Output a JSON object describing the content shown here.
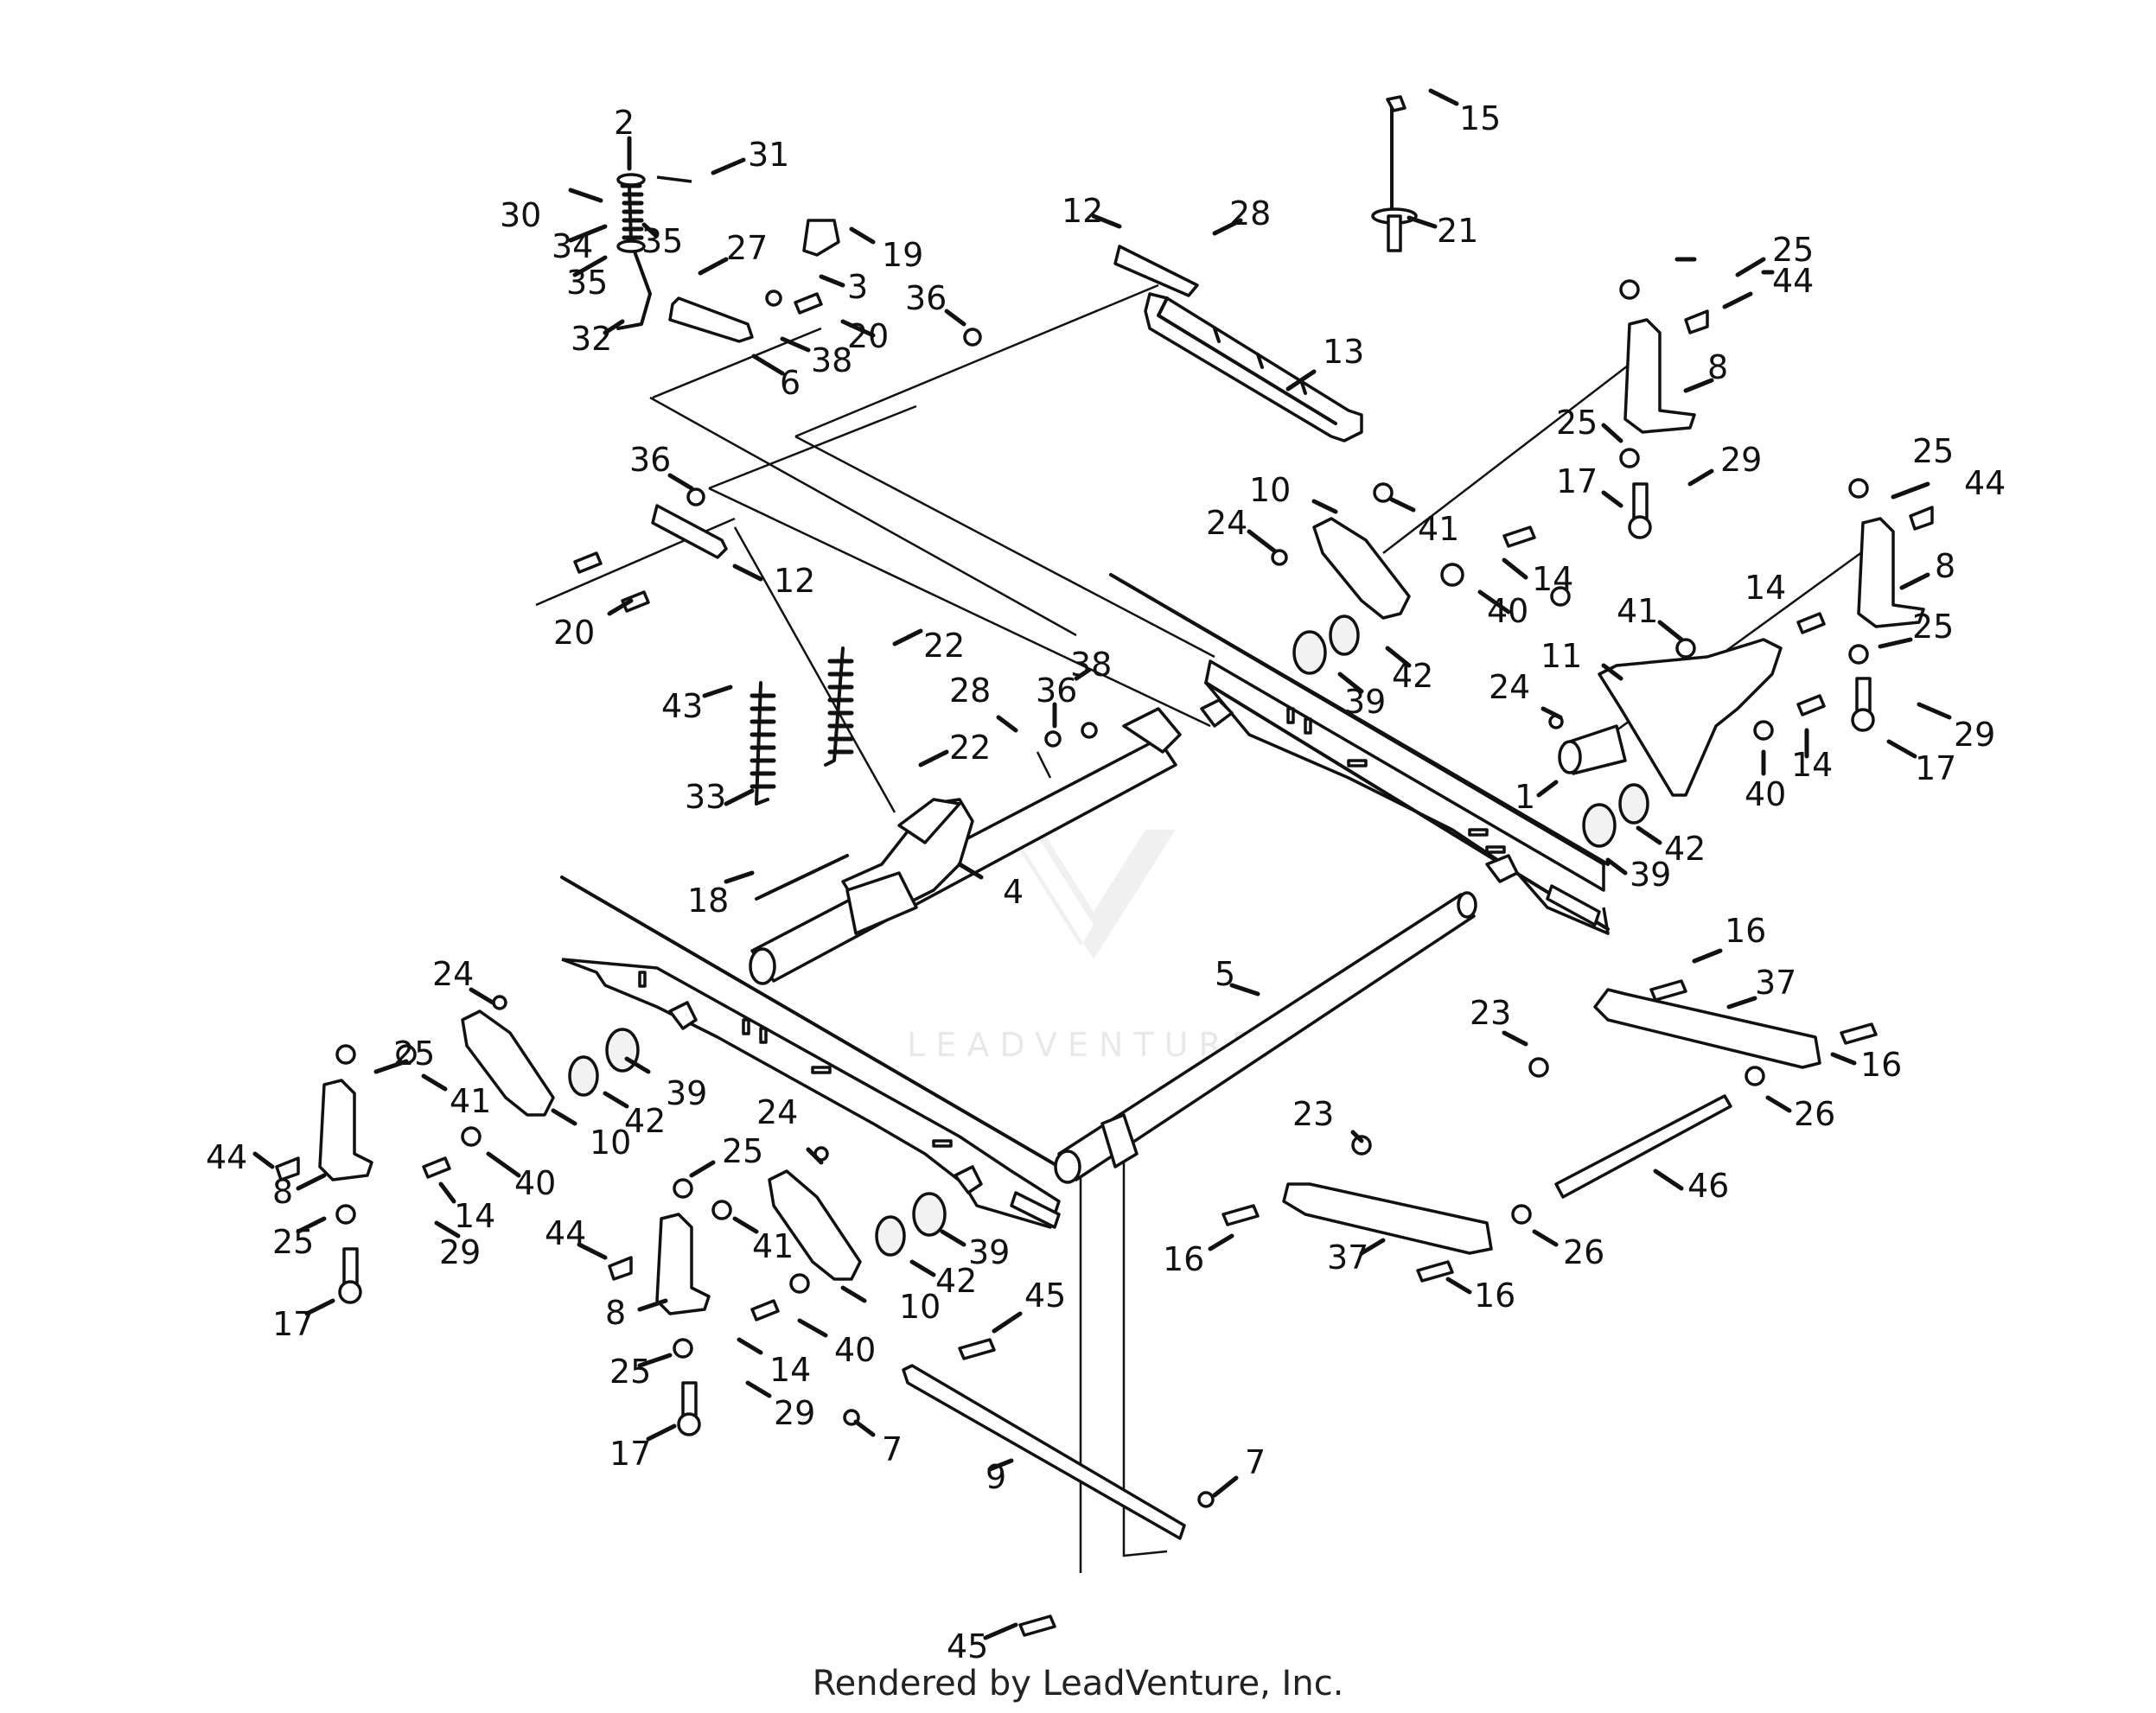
{
  "diagram": {
    "callouts": [
      {
        "text": "2"
      },
      {
        "text": "31"
      },
      {
        "text": "30"
      },
      {
        "text": "34"
      },
      {
        "text": "35"
      },
      {
        "text": "35"
      },
      {
        "text": "27"
      },
      {
        "text": "3"
      },
      {
        "text": "19"
      },
      {
        "text": "32"
      },
      {
        "text": "20"
      },
      {
        "text": "38"
      },
      {
        "text": "6"
      },
      {
        "text": "12"
      },
      {
        "text": "28"
      },
      {
        "text": "36"
      },
      {
        "text": "13"
      },
      {
        "text": "15"
      },
      {
        "text": "21"
      },
      {
        "text": "25"
      },
      {
        "text": "44"
      },
      {
        "text": "8"
      },
      {
        "text": "25"
      },
      {
        "text": "29"
      },
      {
        "text": "17"
      },
      {
        "text": "10"
      },
      {
        "text": "41"
      },
      {
        "text": "24"
      },
      {
        "text": "14"
      },
      {
        "text": "40"
      },
      {
        "text": "42"
      },
      {
        "text": "39"
      },
      {
        "text": "36"
      },
      {
        "text": "12"
      },
      {
        "text": "20"
      },
      {
        "text": "22"
      },
      {
        "text": "43"
      },
      {
        "text": "33"
      },
      {
        "text": "38"
      },
      {
        "text": "28"
      },
      {
        "text": "36"
      },
      {
        "text": "22"
      },
      {
        "text": "18"
      },
      {
        "text": "4"
      },
      {
        "text": "25"
      },
      {
        "text": "44"
      },
      {
        "text": "8"
      },
      {
        "text": "14"
      },
      {
        "text": "41"
      },
      {
        "text": "11"
      },
      {
        "text": "24"
      },
      {
        "text": "1"
      },
      {
        "text": "40"
      },
      {
        "text": "14"
      },
      {
        "text": "42"
      },
      {
        "text": "39"
      },
      {
        "text": "25"
      },
      {
        "text": "29"
      },
      {
        "text": "17"
      },
      {
        "text": "5"
      },
      {
        "text": "16"
      },
      {
        "text": "37"
      },
      {
        "text": "23"
      },
      {
        "text": "16"
      },
      {
        "text": "26"
      },
      {
        "text": "46"
      },
      {
        "text": "24"
      },
      {
        "text": "25"
      },
      {
        "text": "41"
      },
      {
        "text": "10"
      },
      {
        "text": "42"
      },
      {
        "text": "39"
      },
      {
        "text": "44"
      },
      {
        "text": "8"
      },
      {
        "text": "40"
      },
      {
        "text": "14"
      },
      {
        "text": "25"
      },
      {
        "text": "29"
      },
      {
        "text": "17"
      },
      {
        "text": "24"
      },
      {
        "text": "25"
      },
      {
        "text": "41"
      },
      {
        "text": "10"
      },
      {
        "text": "42"
      },
      {
        "text": "39"
      },
      {
        "text": "44"
      },
      {
        "text": "8"
      },
      {
        "text": "40"
      },
      {
        "text": "14"
      },
      {
        "text": "25"
      },
      {
        "text": "29"
      },
      {
        "text": "17"
      },
      {
        "text": "45"
      },
      {
        "text": "7"
      },
      {
        "text": "9"
      },
      {
        "text": "7"
      },
      {
        "text": "45"
      },
      {
        "text": "23"
      },
      {
        "text": "16"
      },
      {
        "text": "37"
      },
      {
        "text": "16"
      },
      {
        "text": "26"
      }
    ]
  },
  "watermark": {
    "text": "LEADVENTURE"
  },
  "footer": {
    "text": "Rendered by LeadVenture, Inc."
  }
}
